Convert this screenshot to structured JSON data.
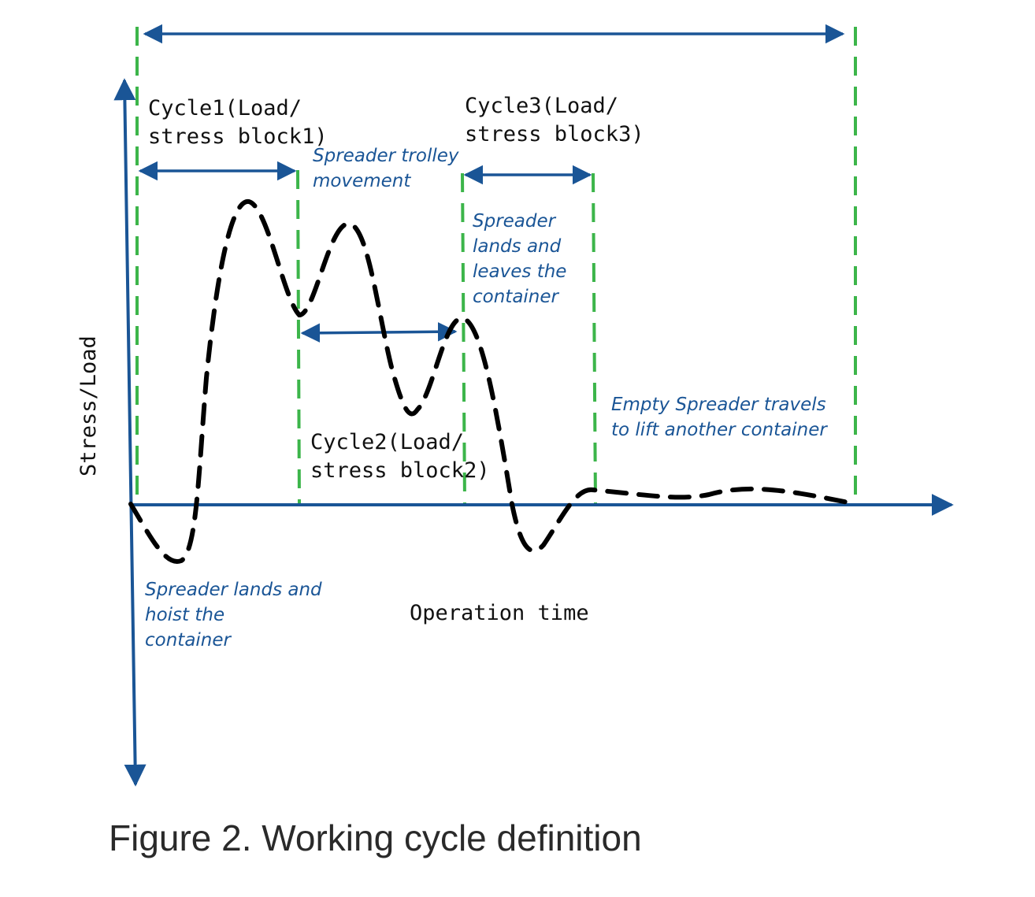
{
  "colors": {
    "axis": "#1a5596",
    "divider": "#3cb54a",
    "curve": "#000000",
    "note": "#1a5596",
    "label": "#111111",
    "caption": "#2a2a2a"
  },
  "axes": {
    "y_label": "Stress/Load",
    "x_label": "Operation time"
  },
  "cycles": [
    {
      "line1": "Cycle1(Load/",
      "line2": "stress block1)"
    },
    {
      "line1": "Cycle2(Load/",
      "line2": "stress block2)"
    },
    {
      "line1": "Cycle3(Load/",
      "line2": "stress block3)"
    }
  ],
  "notes": {
    "trolley": [
      "Spreader trolley",
      "movement"
    ],
    "lands_leaves": [
      "Spreader",
      "lands and",
      "leaves the",
      "container"
    ],
    "empty_travel": [
      "Empty Spreader travels",
      "to lift another container"
    ],
    "lands_hoist": [
      "Spreader lands and",
      "hoist the",
      "container"
    ]
  },
  "caption": "Figure 2. Working cycle definition"
}
